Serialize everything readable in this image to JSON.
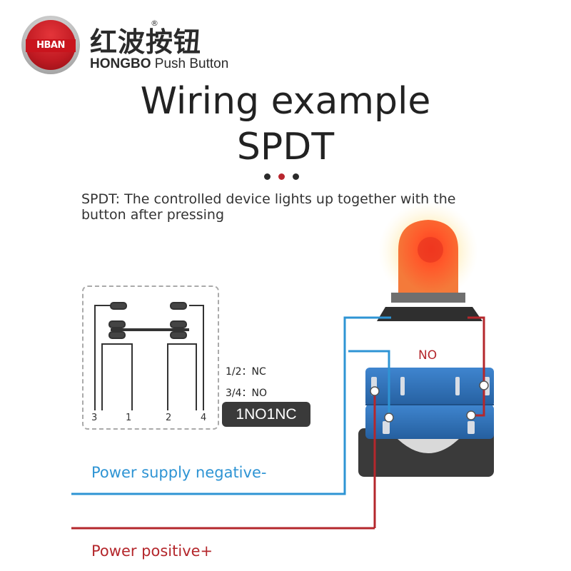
{
  "brand": {
    "logo_text": "HBAN",
    "chinese_name": "红波按钮",
    "registered_mark": "®",
    "name_bold": "HONGBO",
    "name_rest": "Push Button"
  },
  "title": {
    "line1": "Wiring example",
    "line2": "SPDT"
  },
  "description": "SPDT: The controlled device lights up together with the button after pressing",
  "schematic": {
    "terminals": [
      "3",
      "1",
      "2",
      "4"
    ],
    "contact_nc": "1/2：NC",
    "contact_no": "3/4：NO",
    "type_badge": "1NO1NC"
  },
  "switch": {
    "contact_label": "NO"
  },
  "wires": {
    "negative_label": "Power supply negative-",
    "positive_label": "Power positive+",
    "negative_color": "#2e94d4",
    "positive_color": "#b4272c"
  },
  "colors": {
    "lamp": "#f5562a",
    "switch_body": "#2f6fb8",
    "accent_dot": "#b8262e"
  }
}
